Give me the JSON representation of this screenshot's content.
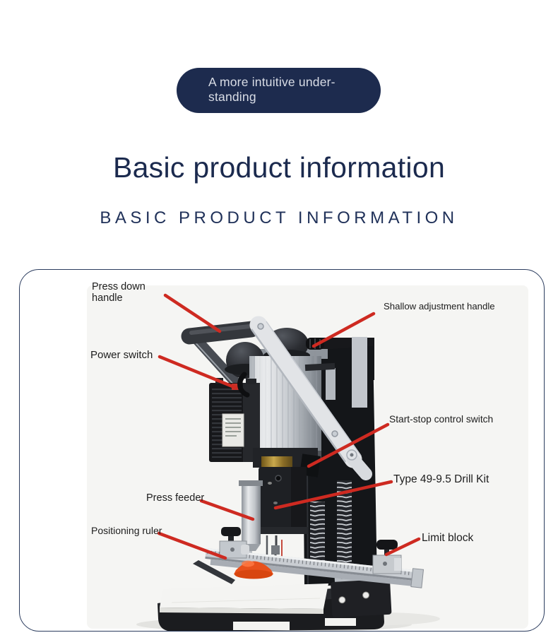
{
  "badge": {
    "line1": "A more intuitive under-",
    "line2": "standing"
  },
  "heading": {
    "title": "Basic product information",
    "subtitle": "BASIC PRODUCT INFORMATION"
  },
  "colors": {
    "navy": "#1d2b4e",
    "title_navy": "#1b2a4e",
    "arrow_red": "#ce2a21",
    "suction_orange": "#e8511c"
  },
  "diagram": {
    "labels": [
      {
        "id": "press-down-handle",
        "text": "Press down handle"
      },
      {
        "id": "shallow-adjustment-handle",
        "text": "Shallow adjustment handle"
      },
      {
        "id": "power-switch",
        "text": "Power switch"
      },
      {
        "id": "start-stop-control-switch",
        "text": "Start-stop control switch"
      },
      {
        "id": "type-49-9-5-drill-kit",
        "text": "Type 49-9.5 Drill Kit"
      },
      {
        "id": "press-feeder",
        "text": "Press feeder"
      },
      {
        "id": "positioning-ruler",
        "text": "Positioning ruler"
      },
      {
        "id": "limit-block",
        "text": "Limit block"
      }
    ]
  }
}
